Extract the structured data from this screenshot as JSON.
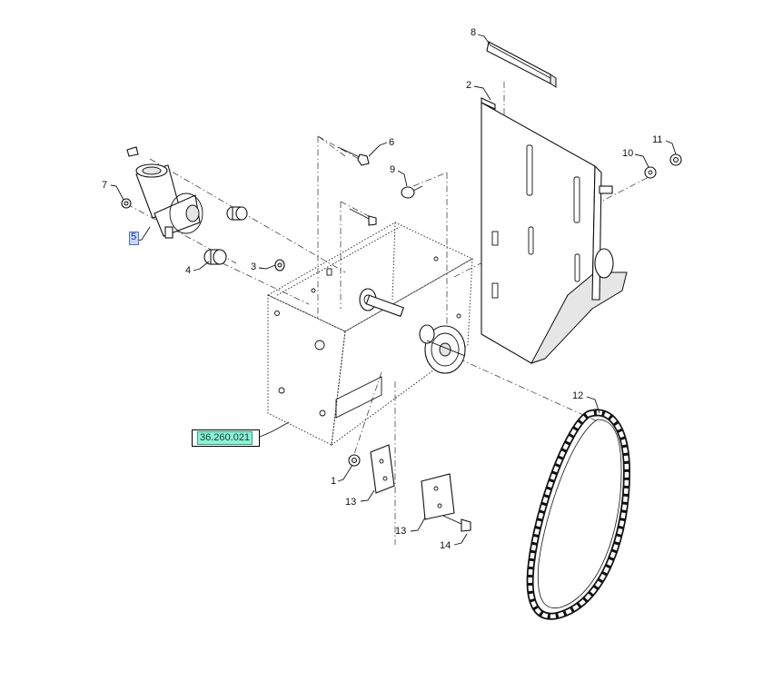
{
  "callouts": {
    "c1": "1",
    "c2": "2",
    "c3": "3",
    "c4": "4",
    "c5": "5",
    "c6": "6",
    "c7": "7",
    "c8": "8",
    "c9": "9",
    "c10": "10",
    "c11": "11",
    "c12": "12",
    "c13a": "13",
    "c13b": "13",
    "c14": "14"
  },
  "reference_link": "36.260.021",
  "colors": {
    "link_fill": "#8ef0d6",
    "selected_callout_fill": "#c7d7ff"
  }
}
